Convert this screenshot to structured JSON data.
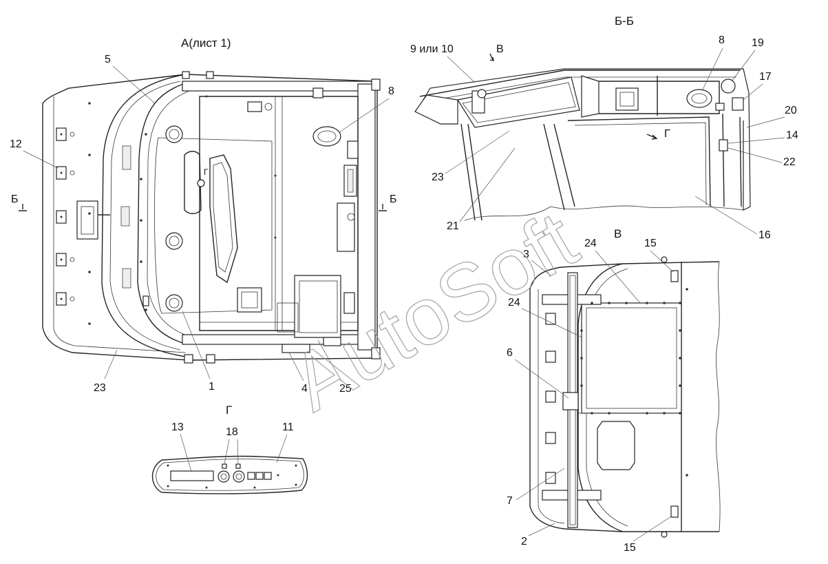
{
  "views": {
    "a": {
      "title": "А(лист 1)"
    },
    "bb": {
      "title": "Б-Б"
    },
    "v": {
      "title": "В"
    },
    "g": {
      "title": "Г"
    }
  },
  "markers": {
    "b_left": "Б",
    "b_right": "Б",
    "g_inner": "Г",
    "g_arrow": "Г",
    "v_arrow": "В"
  },
  "callouts": {
    "a": {
      "c5": "5",
      "c8": "8",
      "c12": "12",
      "c23": "23",
      "c1": "1",
      "c4": "4",
      "c25": "25"
    },
    "bb": {
      "c9_10": "9 или 10",
      "c8": "8",
      "c19": "19",
      "c17": "17",
      "c20": "20",
      "c14": "14",
      "c22": "22",
      "c23": "23",
      "c21": "21",
      "c16": "16"
    },
    "v": {
      "c3": "3",
      "c24a": "24",
      "c15a": "15",
      "c24b": "24",
      "c6": "6",
      "c7": "7",
      "c2": "2",
      "c15b": "15"
    },
    "g": {
      "c13": "13",
      "c18": "18",
      "c11": "11"
    }
  },
  "watermark": "AutoSoft"
}
